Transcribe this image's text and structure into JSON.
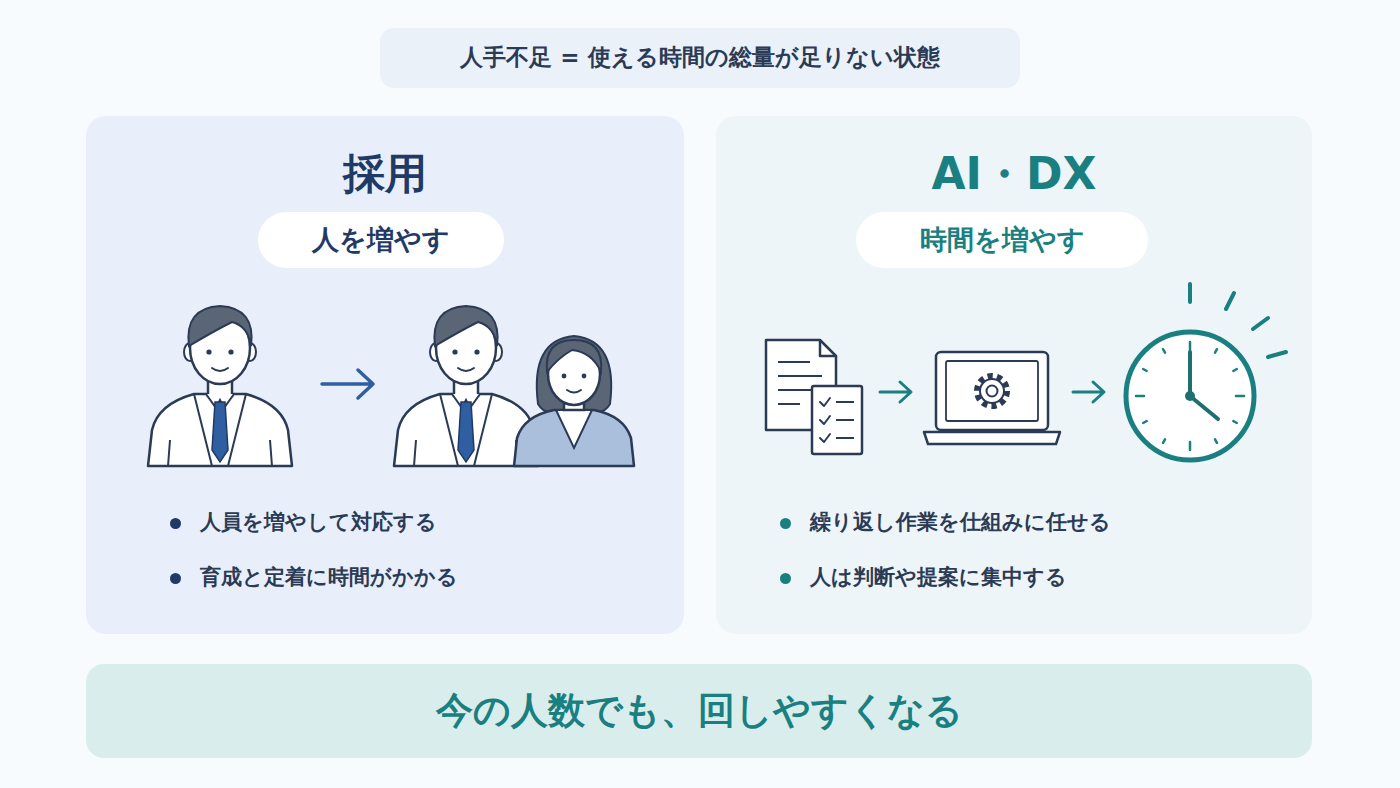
{
  "diagram": {
    "nodes": [
      {
        "text": [
          "人手不足 = 使える時間の総量が足りない状態"
        ]
      },
      {
        "text": [
          "採用",
          "人員を増やして対応する",
          "育成と定着に時間がかかる"
        ]
      },
      {
        "text": [
          "人を増やす"
        ],
        "in": 1
      },
      {
        "text": [
          "AI・DX",
          "繰り返し作業を仕組みに任せる",
          "人は判断や提案に集中する"
        ]
      },
      {
        "text": [
          "時間を増やす"
        ],
        "in": 3
      },
      {
        "text": [
          "今の人数でも、回しやすくなる"
        ]
      }
    ]
  }
}
